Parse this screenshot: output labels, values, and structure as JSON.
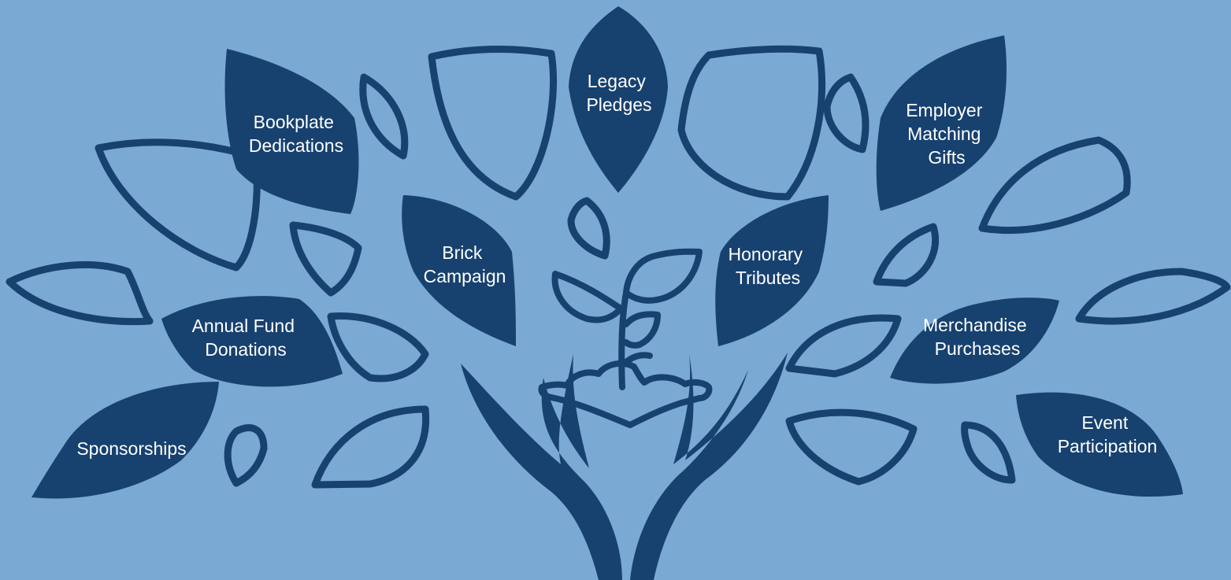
{
  "heading": "",
  "colors": {
    "background": "#7aa9d3",
    "leaf": "#17416f",
    "label_text": "#ffffff"
  },
  "icons": [
    "sprout-icon",
    "hands-icon"
  ],
  "leaves": [
    {
      "id": "legacy",
      "lines": [
        "Legacy",
        "Pledges"
      ]
    },
    {
      "id": "bookplate",
      "lines": [
        "Bookplate",
        "Dedications"
      ]
    },
    {
      "id": "employer",
      "lines": [
        "Employer",
        "Matching",
        "Gifts"
      ]
    },
    {
      "id": "brick",
      "lines": [
        "Brick",
        "Campaign"
      ]
    },
    {
      "id": "honorary",
      "lines": [
        "Honorary",
        "Tributes"
      ]
    },
    {
      "id": "annual",
      "lines": [
        "Annual Fund",
        "Donations"
      ]
    },
    {
      "id": "merch",
      "lines": [
        "Merchandise",
        "Purchases"
      ]
    },
    {
      "id": "sponsor",
      "lines": [
        "Sponsorships"
      ]
    },
    {
      "id": "event",
      "lines": [
        "Event",
        "Participation"
      ]
    }
  ]
}
